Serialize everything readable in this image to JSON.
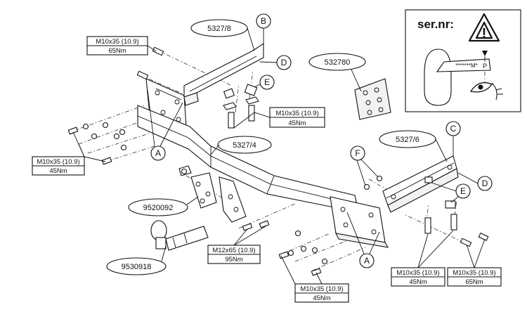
{
  "labels": {
    "part_5327_8": "5327/8",
    "part_5327_4": "5327/4",
    "part_5327_6": "5327/6",
    "part_532780": "532780",
    "part_9520092": "9520092",
    "part_9530918": "9530918"
  },
  "specs": {
    "bolt_top_left": {
      "size": "M10x35 (10.9)",
      "torque": "65Nm"
    },
    "bolt_center": {
      "size": "M10x35 (10.9)",
      "torque": "45Nm"
    },
    "bolt_left": {
      "size": "M10x35 (10.9)",
      "torque": "45Nm"
    },
    "bolt_ball": {
      "size": "M12x65 (10.9)",
      "torque": "95Nm"
    },
    "bolt_bottom": {
      "size": "M10x35 (10.9)",
      "torque": "45Nm"
    },
    "bolt_right_a": {
      "size": "M10x35 (10.9)",
      "torque": "45Nm"
    },
    "bolt_right_b": {
      "size": "M10x35 (10.9)",
      "torque": "65Nm"
    }
  },
  "callouts": {
    "A1": "A",
    "A2": "A",
    "B": "B",
    "C": "C",
    "D1": "D",
    "D2": "D",
    "E1": "E",
    "E2": "E",
    "F": "F"
  },
  "inset": {
    "title": "ser.nr:",
    "plate_text": "*******M*",
    "plate_letter": "P",
    "warning_symbol": "!"
  }
}
